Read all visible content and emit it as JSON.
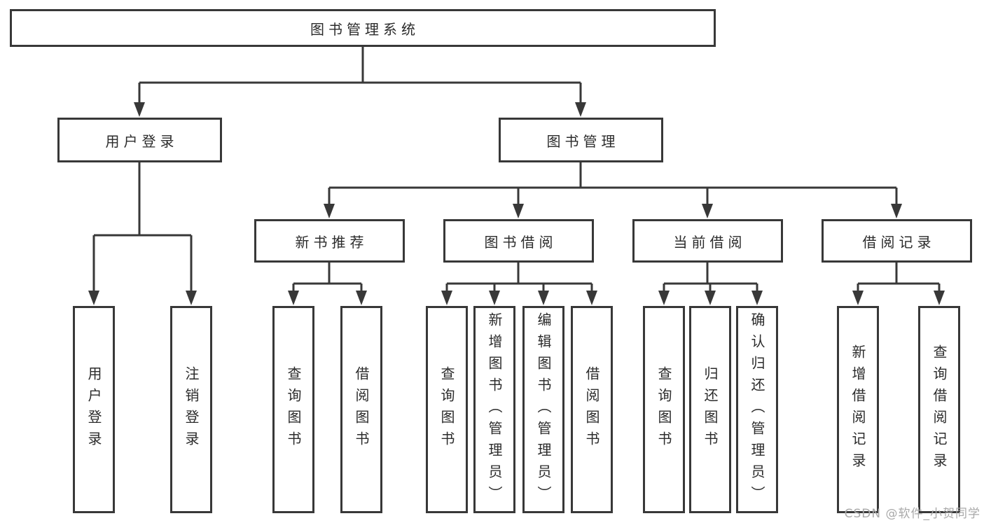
{
  "diagram": {
    "root": {
      "label": "图书管理系统"
    },
    "branches": [
      {
        "label": "用户登录",
        "children": [
          {
            "label": "用户登录"
          },
          {
            "label": "注销登录"
          }
        ]
      },
      {
        "label": "图书管理",
        "groups": [
          {
            "label": "新书推荐",
            "children": [
              {
                "label": "查询图书"
              },
              {
                "label": "借阅图书"
              }
            ]
          },
          {
            "label": "图书借阅",
            "children": [
              {
                "label": "查询图书"
              },
              {
                "label": "新增图书（管理员）"
              },
              {
                "label": "编辑图书（管理员）"
              },
              {
                "label": "借阅图书"
              }
            ]
          },
          {
            "label": "当前借阅",
            "children": [
              {
                "label": "查询图书"
              },
              {
                "label": "归还图书"
              },
              {
                "label": "确认归还（管理员）"
              }
            ]
          },
          {
            "label": "借阅记录",
            "children": [
              {
                "label": "新增借阅记录"
              },
              {
                "label": "查询借阅记录"
              }
            ]
          }
        ]
      }
    ]
  },
  "watermark": {
    "text": "CSDN @软件_小贺同学"
  },
  "colors": {
    "line": "#383838",
    "box_border": "#383838",
    "text": "#2b2b2b",
    "background": "#ffffff",
    "watermark": "#a9a9a9"
  }
}
